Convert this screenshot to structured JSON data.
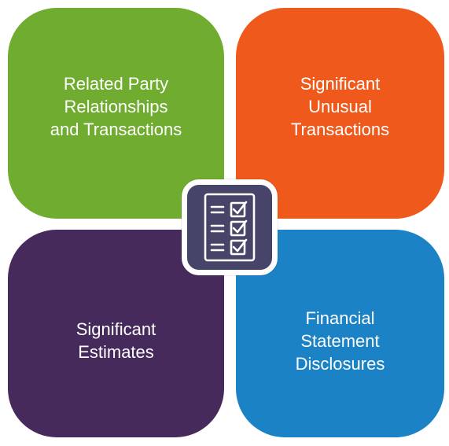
{
  "colors": {
    "top_left": "#6fac2f",
    "top_right": "#ef5a1c",
    "bottom_left": "#462a5c",
    "bottom_right": "#1b82c6",
    "center": "#464569",
    "icon_stroke": "#ffffff"
  },
  "quadrants": {
    "top_left": {
      "lines": [
        "Related Party",
        "Relationships",
        "and Transactions"
      ]
    },
    "top_right": {
      "lines": [
        "Significant",
        "Unusual",
        "Transactions"
      ]
    },
    "bottom_left": {
      "lines": [
        "Significant",
        "Estimates"
      ]
    },
    "bottom_right": {
      "lines": [
        "Financial",
        "Statement",
        "Disclosures"
      ]
    }
  },
  "center": {
    "icon": "checklist-icon"
  }
}
